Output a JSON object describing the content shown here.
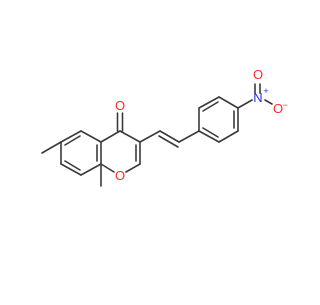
{
  "molecule": {
    "atom_labels": {
      "ketone_oxygen": "O",
      "ring_oxygen": "O",
      "nitro_nitrogen": "N",
      "nitro_oxygen_top": "O",
      "nitro_oxygen_right": "O",
      "nitro_n_charge": "+",
      "nitro_o_charge": "−"
    }
  },
  "colors": {
    "bond": "#3a3a3a",
    "oxygen": "#ff2a2a",
    "nitrogen": "#2a2aff",
    "background": "#ffffff"
  }
}
